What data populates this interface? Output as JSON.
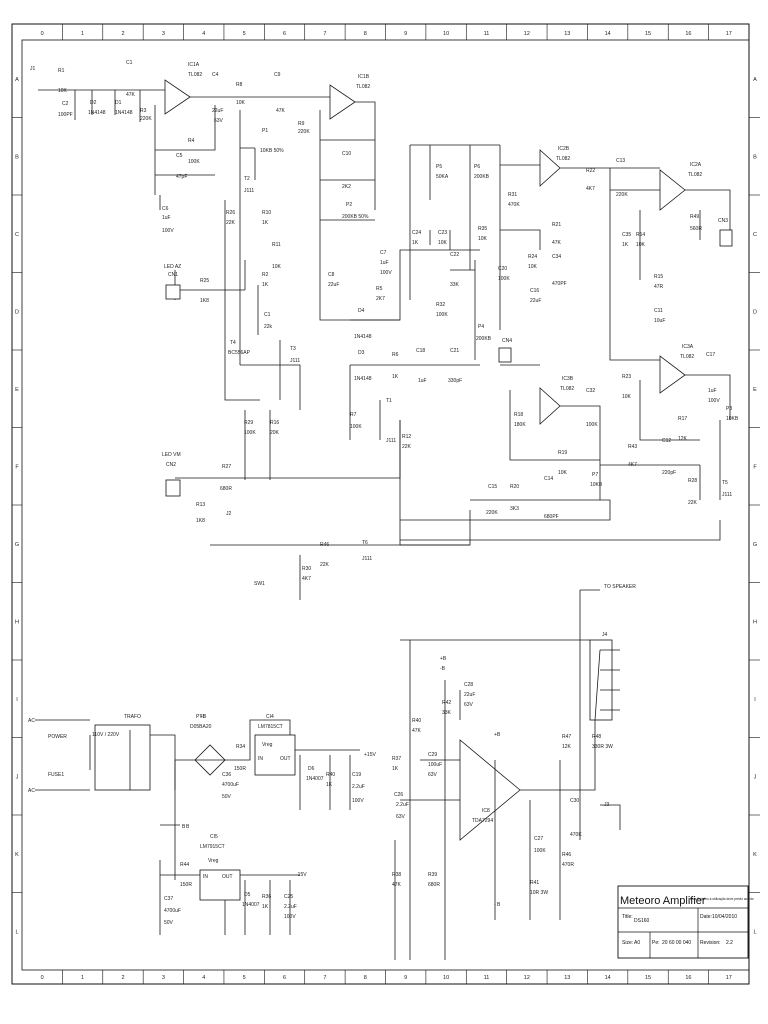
{
  "grid": {
    "columns": [
      "0",
      "1",
      "2",
      "3",
      "4",
      "5",
      "6",
      "7",
      "8",
      "9",
      "10",
      "11",
      "12",
      "13",
      "14",
      "15",
      "16",
      "17"
    ],
    "rows": [
      "A",
      "B",
      "C",
      "D",
      "E",
      "F",
      "G",
      "H",
      "I",
      "J",
      "K",
      "L"
    ]
  },
  "title_block": {
    "company": "Meteoro Amplifier",
    "note": "Este Espelho a utilização deve prévio acordo",
    "title_label": "Title:",
    "title_value": "DS160",
    "date_label": "Date:",
    "date_value": "10/04/2010",
    "size_label": "Size:",
    "size_value": "A0",
    "pn_label": "Pe:",
    "pn_value": "20 60 00 040",
    "revision_label": "Revision:",
    "revision_value": "2.2"
  },
  "components": [
    {
      "id": "J1",
      "text": "J1"
    },
    {
      "id": "R1",
      "text": "R1"
    },
    {
      "id": "R1v",
      "text": "10K"
    },
    {
      "id": "C1",
      "text": "C1"
    },
    {
      "id": "C2",
      "text": "C2"
    },
    {
      "id": "C2v",
      "text": "100PF"
    },
    {
      "id": "D2",
      "text": "D2"
    },
    {
      "id": "D2v",
      "text": "1N4148"
    },
    {
      "id": "D1",
      "text": "D1"
    },
    {
      "id": "D1v",
      "text": "1N4148"
    },
    {
      "id": "R3",
      "text": "R3"
    },
    {
      "id": "R3v",
      "text": "220K"
    },
    {
      "id": "C3v",
      "text": "47K"
    },
    {
      "id": "IC1A",
      "text": "IC1A"
    },
    {
      "id": "TL082a",
      "text": "TL082"
    },
    {
      "id": "C4",
      "text": "C4"
    },
    {
      "id": "C4v",
      "text": "22uF"
    },
    {
      "id": "C4v2",
      "text": "63V"
    },
    {
      "id": "R8",
      "text": "R8"
    },
    {
      "id": "R8v",
      "text": "10K"
    },
    {
      "id": "C9",
      "text": "C9"
    },
    {
      "id": "C9v",
      "text": "47K"
    },
    {
      "id": "R9",
      "text": "R9"
    },
    {
      "id": "R9v",
      "text": "220K"
    },
    {
      "id": "IC1B",
      "text": "IC1B"
    },
    {
      "id": "TL082b",
      "text": "TL082"
    },
    {
      "id": "R4",
      "text": "R4"
    },
    {
      "id": "R4v",
      "text": "100K"
    },
    {
      "id": "C5",
      "text": "C5"
    },
    {
      "id": "C5v",
      "text": "47pF"
    },
    {
      "id": "P1",
      "text": "P1"
    },
    {
      "id": "P1v",
      "text": "10KB 50%"
    },
    {
      "id": "T2",
      "text": "T2"
    },
    {
      "id": "J111a",
      "text": "J111"
    },
    {
      "id": "C6",
      "text": "C6"
    },
    {
      "id": "C6v",
      "text": "1uF"
    },
    {
      "id": "C6v2",
      "text": "100V"
    },
    {
      "id": "R26",
      "text": "R26"
    },
    {
      "id": "R26v",
      "text": "22K"
    },
    {
      "id": "R10",
      "text": "R10"
    },
    {
      "id": "R10v",
      "text": "1K"
    },
    {
      "id": "R11",
      "text": "R11"
    },
    {
      "id": "R11v",
      "text": "10K"
    },
    {
      "id": "C10",
      "text": "C10"
    },
    {
      "id": "C10v",
      "text": "2K2"
    },
    {
      "id": "P2",
      "text": "P2"
    },
    {
      "id": "P2v",
      "text": "200KB 50%"
    },
    {
      "id": "C7",
      "text": "C7"
    },
    {
      "id": "C7v",
      "text": "1uF"
    },
    {
      "id": "C7v2",
      "text": "100V"
    },
    {
      "id": "C8",
      "text": "C8"
    },
    {
      "id": "C8v",
      "text": "22uF"
    },
    {
      "id": "R5",
      "text": "R5"
    },
    {
      "id": "R5v",
      "text": "2K7"
    },
    {
      "id": "LEDAZ",
      "text": "LED AZ"
    },
    {
      "id": "CN1",
      "text": "CN1"
    },
    {
      "id": "R25",
      "text": "R25"
    },
    {
      "id": "R25v",
      "text": "1K8"
    },
    {
      "id": "R2",
      "text": "R2"
    },
    {
      "id": "R2v",
      "text": "1K"
    },
    {
      "id": "C1b",
      "text": "C1"
    },
    {
      "id": "C1bv",
      "text": "22k"
    },
    {
      "id": "T4",
      "text": "T4"
    },
    {
      "id": "BC556",
      "text": "BC556AP"
    },
    {
      "id": "T3",
      "text": "T3"
    },
    {
      "id": "J111b",
      "text": "J111"
    },
    {
      "id": "D4",
      "text": "D4"
    },
    {
      "id": "D4v",
      "text": "1N4148"
    },
    {
      "id": "D3",
      "text": "D3"
    },
    {
      "id": "D3v",
      "text": "1N4148"
    },
    {
      "id": "R6",
      "text": "R6"
    },
    {
      "id": "R6v",
      "text": "1K"
    },
    {
      "id": "C18",
      "text": "C18"
    },
    {
      "id": "C18v",
      "text": "1uF"
    },
    {
      "id": "C21",
      "text": "C21"
    },
    {
      "id": "C21v",
      "text": "330pF"
    },
    {
      "id": "R7",
      "text": "R7"
    },
    {
      "id": "R7v",
      "text": "100K"
    },
    {
      "id": "T1",
      "text": "T1"
    },
    {
      "id": "J111c",
      "text": "J111"
    },
    {
      "id": "R12",
      "text": "R12"
    },
    {
      "id": "R12v",
      "text": "22K"
    },
    {
      "id": "R29",
      "text": "R29"
    },
    {
      "id": "R29v",
      "text": "100K"
    },
    {
      "id": "R16",
      "text": "R16"
    },
    {
      "id": "R16v",
      "text": "20K"
    },
    {
      "id": "LEDVM",
      "text": "LED VM"
    },
    {
      "id": "CN2",
      "text": "CN2"
    },
    {
      "id": "R27",
      "text": "R27"
    },
    {
      "id": "R27v",
      "text": "680R"
    },
    {
      "id": "R13",
      "text": "R13"
    },
    {
      "id": "R13v",
      "text": "1K8"
    },
    {
      "id": "J2",
      "text": "J2"
    },
    {
      "id": "R46",
      "text": "R46"
    },
    {
      "id": "R46v",
      "text": "22K"
    },
    {
      "id": "T6",
      "text": "T6"
    },
    {
      "id": "J111d",
      "text": "J111"
    },
    {
      "id": "R30",
      "text": "R30"
    },
    {
      "id": "R30v",
      "text": "4K7"
    },
    {
      "id": "SW1",
      "text": "SW1"
    },
    {
      "id": "P5",
      "text": "P5"
    },
    {
      "id": "P5v",
      "text": "50KA"
    },
    {
      "id": "P6",
      "text": "P6"
    },
    {
      "id": "P6v",
      "text": "200KB"
    },
    {
      "id": "C24",
      "text": "C24"
    },
    {
      "id": "C24v",
      "text": "1K"
    },
    {
      "id": "C23",
      "text": "C23"
    },
    {
      "id": "C23v",
      "text": "10K"
    },
    {
      "id": "C22",
      "text": "C22"
    },
    {
      "id": "C22v",
      "text": "33K"
    },
    {
      "id": "R35",
      "text": "R35"
    },
    {
      "id": "R35v",
      "text": "10K"
    },
    {
      "id": "C20",
      "text": "C20"
    },
    {
      "id": "C20v",
      "text": "100K"
    },
    {
      "id": "R32",
      "text": "R32"
    },
    {
      "id": "R32v",
      "text": "100K"
    },
    {
      "id": "P4",
      "text": "P4"
    },
    {
      "id": "P4v",
      "text": "200KB"
    },
    {
      "id": "IC2B",
      "text": "IC2B"
    },
    {
      "id": "TL082c",
      "text": "TL082"
    },
    {
      "id": "R31",
      "text": "R31"
    },
    {
      "id": "R31v",
      "text": "470K"
    },
    {
      "id": "R24",
      "text": "R24"
    },
    {
      "id": "R24v",
      "text": "10K"
    },
    {
      "id": "C16",
      "text": "C16"
    },
    {
      "id": "C16v",
      "text": "22uF"
    },
    {
      "id": "R21",
      "text": "R21"
    },
    {
      "id": "R21v",
      "text": "47K"
    },
    {
      "id": "C34",
      "text": "C34"
    },
    {
      "id": "C34v",
      "text": "470PF"
    },
    {
      "id": "R22",
      "text": "R22"
    },
    {
      "id": "R22v",
      "text": "4K7"
    },
    {
      "id": "C13",
      "text": "C13"
    },
    {
      "id": "C13v",
      "text": "220K"
    },
    {
      "id": "IC2A",
      "text": "IC2A"
    },
    {
      "id": "TL082d",
      "text": "TL082"
    },
    {
      "id": "C35",
      "text": "C35"
    },
    {
      "id": "C35v",
      "text": "1K"
    },
    {
      "id": "R14",
      "text": "R14"
    },
    {
      "id": "R14v",
      "text": "10K"
    },
    {
      "id": "R49",
      "text": "R49"
    },
    {
      "id": "R49v",
      "text": "560R"
    },
    {
      "id": "CN3",
      "text": "CN3"
    },
    {
      "id": "R15",
      "text": "R15"
    },
    {
      "id": "R15v",
      "text": "47R"
    },
    {
      "id": "C11",
      "text": "C11"
    },
    {
      "id": "C11v",
      "text": "10uF"
    },
    {
      "id": "IC3A",
      "text": "IC3A"
    },
    {
      "id": "TL082e",
      "text": "TL082"
    },
    {
      "id": "R23",
      "text": "R23"
    },
    {
      "id": "R23v",
      "text": "10K"
    },
    {
      "id": "R17",
      "text": "R17"
    },
    {
      "id": "R17v",
      "text": "12K"
    },
    {
      "id": "C17",
      "text": "C17"
    },
    {
      "id": "C17v",
      "text": "1uF"
    },
    {
      "id": "C17v2",
      "text": "100V"
    },
    {
      "id": "P3",
      "text": "P3"
    },
    {
      "id": "P3v",
      "text": "10KB"
    },
    {
      "id": "CN4",
      "text": "CN4"
    },
    {
      "id": "IC3B",
      "text": "IC3B"
    },
    {
      "id": "TL082f",
      "text": "TL082"
    },
    {
      "id": "C32",
      "text": "C32"
    },
    {
      "id": "C32v",
      "text": "100K"
    },
    {
      "id": "R18",
      "text": "R18"
    },
    {
      "id": "R18v",
      "text": "180K"
    },
    {
      "id": "R19",
      "text": "R19"
    },
    {
      "id": "R19v",
      "text": "10K"
    },
    {
      "id": "R43",
      "text": "R43"
    },
    {
      "id": "R43v",
      "text": "4K7"
    },
    {
      "id": "C12",
      "text": "C12"
    },
    {
      "id": "C12v",
      "text": "220pF"
    },
    {
      "id": "P7",
      "text": "P7"
    },
    {
      "id": "P7v",
      "text": "10KB"
    },
    {
      "id": "C15",
      "text": "C15"
    },
    {
      "id": "C15v",
      "text": "220K"
    },
    {
      "id": "R20",
      "text": "R20"
    },
    {
      "id": "R20v",
      "text": "3K3"
    },
    {
      "id": "C14",
      "text": "C14"
    },
    {
      "id": "C14v",
      "text": "680PF"
    },
    {
      "id": "R28",
      "text": "R28"
    },
    {
      "id": "R28v",
      "text": "22K"
    },
    {
      "id": "T5",
      "text": "T5"
    },
    {
      "id": "J111e",
      "text": "J111"
    },
    {
      "id": "TOSPK",
      "text": "TO SPEAKER"
    },
    {
      "id": "J4",
      "text": "J4"
    },
    {
      "id": "R47",
      "text": "R47"
    },
    {
      "id": "R47v",
      "text": "12K"
    },
    {
      "id": "R48",
      "text": "R48"
    },
    {
      "id": "R48v",
      "text": "330R 3W"
    },
    {
      "id": "C30",
      "text": "C30"
    },
    {
      "id": "C30v",
      "text": "470K"
    },
    {
      "id": "J3",
      "text": "J3"
    },
    {
      "id": "R46b",
      "text": "R46"
    },
    {
      "id": "R46bv",
      "text": "470R"
    },
    {
      "id": "C27",
      "text": "C27"
    },
    {
      "id": "C27v",
      "text": "100K"
    },
    {
      "id": "R41",
      "text": "R41"
    },
    {
      "id": "R41v",
      "text": "10R 3W"
    },
    {
      "id": "IC8",
      "text": "IC8"
    },
    {
      "id": "TDA7294",
      "text": "TDA7294"
    },
    {
      "id": "C28",
      "text": "C28"
    },
    {
      "id": "C28v",
      "text": "22uF"
    },
    {
      "id": "C28v2",
      "text": "63V"
    },
    {
      "id": "R42",
      "text": "R42"
    },
    {
      "id": "R42v",
      "text": "33K"
    },
    {
      "id": "R40",
      "text": "R40"
    },
    {
      "id": "R40v",
      "text": "47K"
    },
    {
      "id": "C29",
      "text": "C29"
    },
    {
      "id": "C29v",
      "text": "100uF"
    },
    {
      "id": "C29v2",
      "text": "63V"
    },
    {
      "id": "R37",
      "text": "R37"
    },
    {
      "id": "R37v",
      "text": "1K"
    },
    {
      "id": "C26",
      "text": "C26"
    },
    {
      "id": "C26v",
      "text": "2.2uF"
    },
    {
      "id": "C26v2",
      "text": "63V"
    },
    {
      "id": "R38",
      "text": "R38"
    },
    {
      "id": "R38v",
      "text": "47K"
    },
    {
      "id": "R39",
      "text": "R39"
    },
    {
      "id": "R39v",
      "text": "680R"
    },
    {
      "id": "AC1",
      "text": "AC"
    },
    {
      "id": "POWER",
      "text": "POWER"
    },
    {
      "id": "TRAFO",
      "text": "TRAFO"
    },
    {
      "id": "V110",
      "text": "110V / 220V"
    },
    {
      "id": "FUSE1",
      "text": "FUSE1"
    },
    {
      "id": "AC2",
      "text": "AC"
    },
    {
      "id": "PT1",
      "text": "PT1"
    },
    {
      "id": "D05BA20",
      "text": "D05BA20"
    },
    {
      "id": "CI4",
      "text": "CI4"
    },
    {
      "id": "LM7815",
      "text": "LM7815CT"
    },
    {
      "id": "Vreg1",
      "text": "Vreg"
    },
    {
      "id": "R34",
      "text": "R34"
    },
    {
      "id": "R34v",
      "text": "150R"
    },
    {
      "id": "C36",
      "text": "C36"
    },
    {
      "id": "C36v",
      "text": "4700uF"
    },
    {
      "id": "C36v2",
      "text": "50V"
    },
    {
      "id": "D6",
      "text": "D6"
    },
    {
      "id": "D6v",
      "text": "1N4007"
    },
    {
      "id": "R40b",
      "text": "R40"
    },
    {
      "id": "R40bv",
      "text": "1K"
    },
    {
      "id": "C19",
      "text": "C19"
    },
    {
      "id": "C19v",
      "text": "2.2uF"
    },
    {
      "id": "C19v2",
      "text": "100V"
    },
    {
      "id": "P15V",
      "text": "+15V"
    },
    {
      "id": "Bp",
      "text": "B"
    },
    {
      "id": "CI5",
      "text": "CI5"
    },
    {
      "id": "LM7915",
      "text": "LM7915CT"
    },
    {
      "id": "Vreg2",
      "text": "Vreg"
    },
    {
      "id": "R44",
      "text": "R44"
    },
    {
      "id": "R44v",
      "text": "150R"
    },
    {
      "id": "C37",
      "text": "C37"
    },
    {
      "id": "C37v",
      "text": "4700uF"
    },
    {
      "id": "C37v2",
      "text": "50V"
    },
    {
      "id": "D5",
      "text": "D5"
    },
    {
      "id": "D5v",
      "text": "1N4007"
    },
    {
      "id": "R36",
      "text": "R36"
    },
    {
      "id": "R36v",
      "text": "1K"
    },
    {
      "id": "C25",
      "text": "C25"
    },
    {
      "id": "C25v",
      "text": "2.2uF"
    },
    {
      "id": "C25v2",
      "text": "100V"
    },
    {
      "id": "M15V",
      "text": "-15V"
    },
    {
      "id": "INl",
      "text": "IN"
    },
    {
      "id": "OUTl",
      "text": "OUT"
    },
    {
      "id": "INl2",
      "text": "IN"
    },
    {
      "id": "OUTl2",
      "text": "OUT"
    },
    {
      "id": "pB",
      "text": "+B"
    },
    {
      "id": "mB",
      "text": "-B"
    },
    {
      "id": "pB2",
      "text": "+B"
    },
    {
      "id": "mB2",
      "text": "- B"
    },
    {
      "id": "Bplus",
      "text": "+B"
    },
    {
      "id": "Bref",
      "text": "B"
    }
  ]
}
